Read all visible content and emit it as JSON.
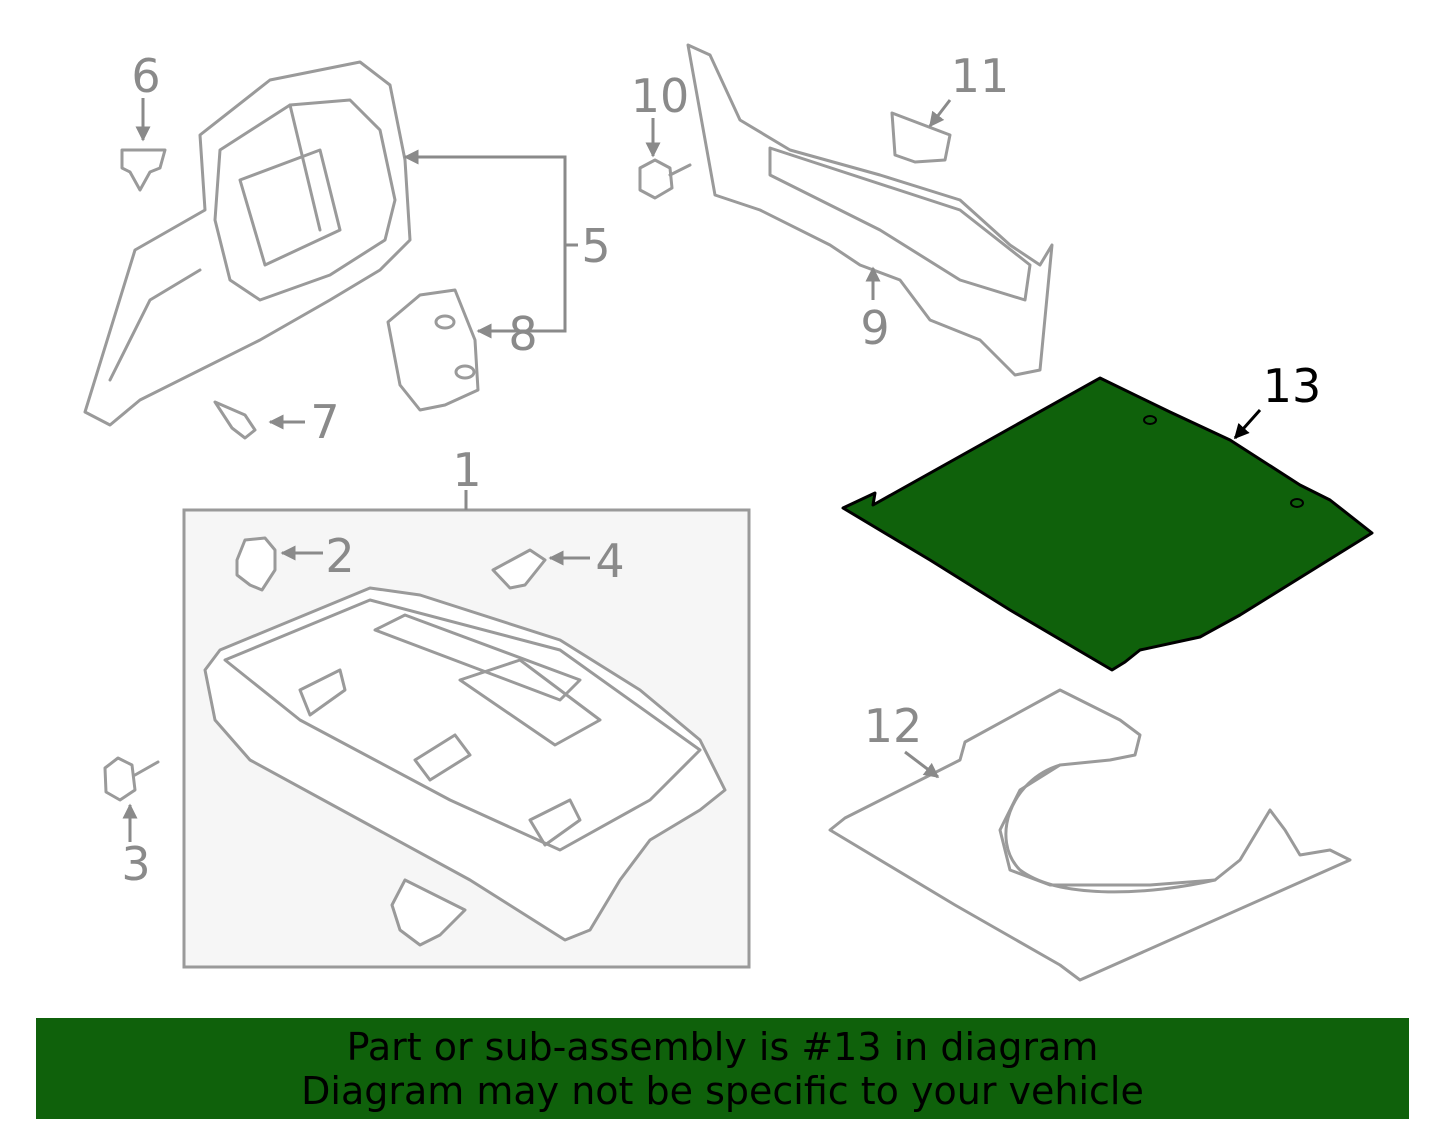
{
  "diagram": {
    "callouts": {
      "c1": "1",
      "c2": "2",
      "c3": "3",
      "c4": "4",
      "c5": "5",
      "c6": "6",
      "c7": "7",
      "c8": "8",
      "c9": "9",
      "c10": "10",
      "c11": "11",
      "c12": "12",
      "c13": "13"
    },
    "highlight_part": "13",
    "colors": {
      "highlight_fill": "#0f610b",
      "line_gray": "#9a9a9a",
      "box_bg": "#f6f6f6"
    }
  },
  "banner": {
    "line1": "Part or sub-assembly is #13 in diagram",
    "line2": "Diagram may not be specific to your vehicle",
    "background": "#0f610b"
  }
}
